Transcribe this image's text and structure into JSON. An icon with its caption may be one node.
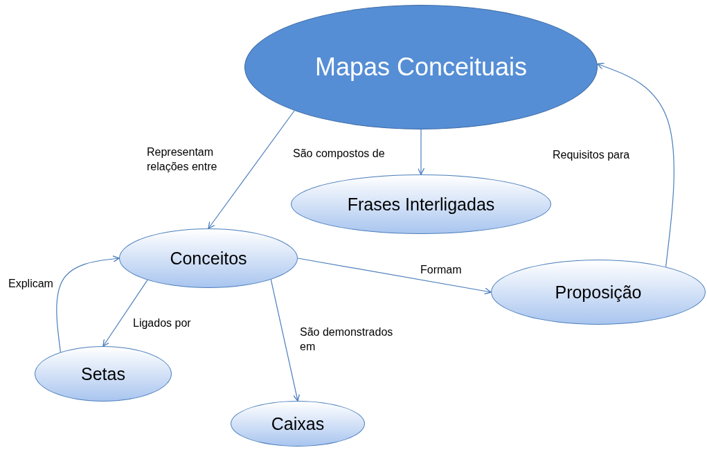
{
  "diagram": {
    "nodes": [
      {
        "text": [
          "Mapas Conceituais"
        ]
      },
      {
        "text": [
          "Frases Interligadas"
        ]
      },
      {
        "text": [
          "Conceitos"
        ]
      },
      {
        "text": [
          "Proposição"
        ]
      },
      {
        "text": [
          "Setas"
        ]
      },
      {
        "text": [
          "Caixas"
        ]
      }
    ],
    "edges": [
      {
        "from": 0,
        "to": 2,
        "arrow": "to",
        "label": "Representam relações entre"
      },
      {
        "from": 0,
        "to": 1,
        "arrow": "to",
        "label": "São compostos de"
      },
      {
        "from": 2,
        "to": 3,
        "arrow": "to",
        "label": "Formam"
      },
      {
        "from": 2,
        "to": 4,
        "arrow": "to",
        "label": "Ligados por"
      },
      {
        "from": 2,
        "to": 5,
        "arrow": "to",
        "label": "São demonstrados em"
      },
      {
        "from": 4,
        "to": 2,
        "arrow": "to",
        "label": "Explicam"
      },
      {
        "from": 3,
        "to": 0,
        "arrow": "to",
        "label": "Requisitos para"
      }
    ]
  }
}
